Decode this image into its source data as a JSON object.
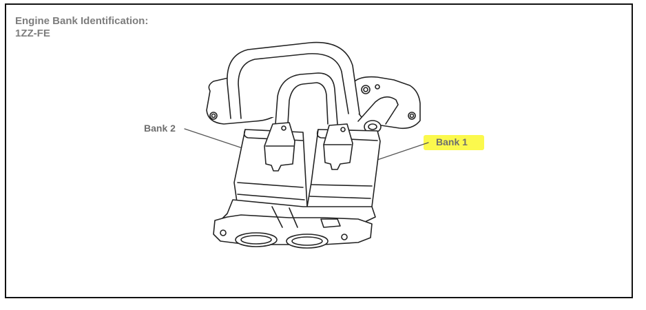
{
  "heading": {
    "line1": "Engine Bank Identification:",
    "line2": "1ZZ-FE"
  },
  "labels": {
    "bank2": "Bank 2",
    "bank1": "Bank 1"
  },
  "colors": {
    "highlight": "#fbf94d",
    "text": "#7d7d7d",
    "line": "#222222",
    "frame": "#111111"
  },
  "icons": {
    "manifold": "exhaust-manifold-drawing"
  }
}
